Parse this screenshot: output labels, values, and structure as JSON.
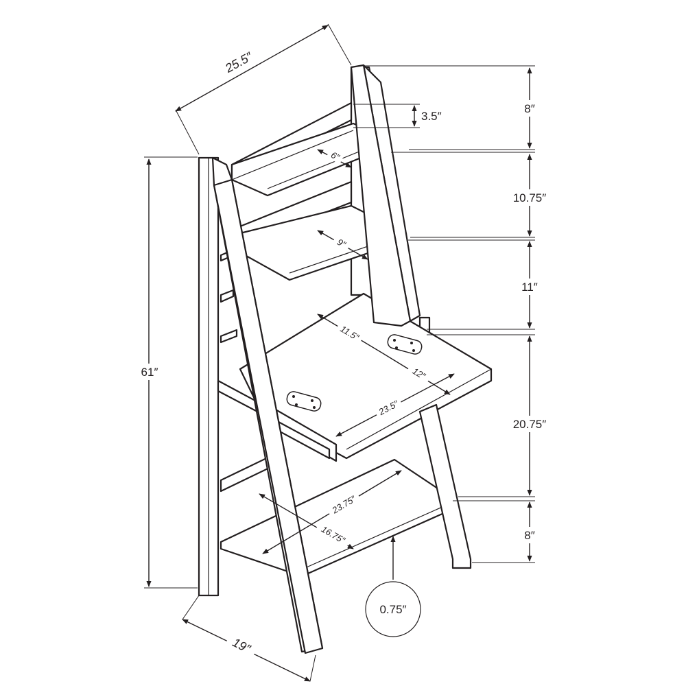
{
  "dimensions": {
    "overall_width": "25.5″",
    "overall_height": "61″",
    "overall_depth": "19″",
    "gap_top_section": "8″",
    "top_backrail": "3.5″",
    "gap_shelf_1_2": "10.75″",
    "gap_shelf_2_desk": "11″",
    "gap_desk_floor_shelf": "20.75″",
    "gap_bottom": "8″",
    "shelf_1_depth": "6″",
    "shelf_2_depth": "9″",
    "desk_back_depth": "11.5″",
    "desk_front_depth": "12″",
    "desk_width": "23.5″",
    "bottom_shelf_width": "23.75″",
    "bottom_shelf_depth": "16.75″",
    "panel_thickness": "0.75″"
  }
}
